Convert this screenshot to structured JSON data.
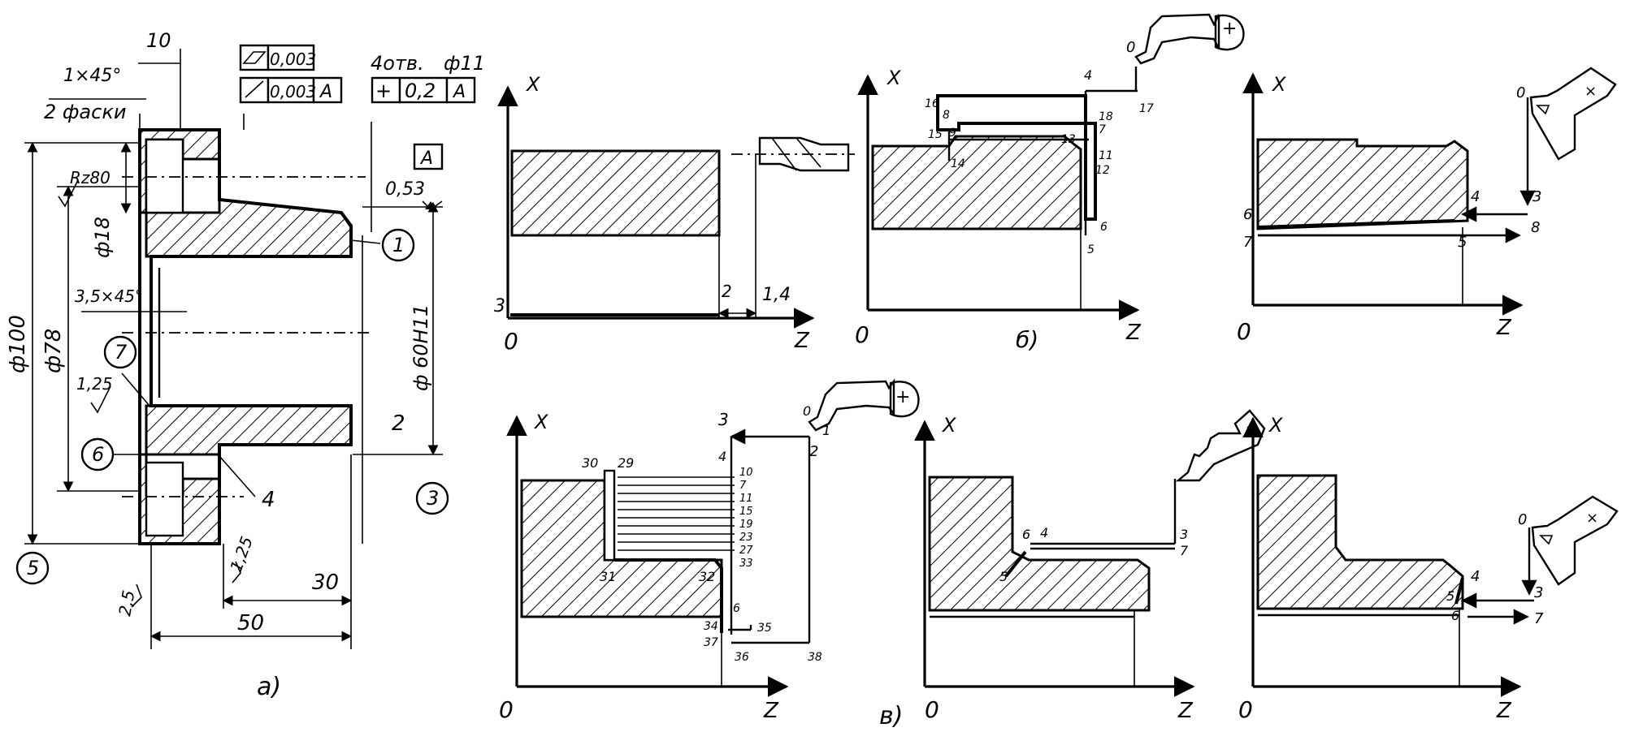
{
  "part": {
    "dim_10": "10",
    "chamfer_label": "1×45°",
    "chamfer_count": "2 фаски",
    "tol1_value": "0,003",
    "tol2_value": "0,003",
    "tol2_datum": "A",
    "holes_label": "4отв.",
    "holes_dia": "ф11",
    "pos_tol_value": "0,2",
    "pos_tol_datum": "A",
    "datum_a": "A",
    "rough_top": "Rz80",
    "rough_053": "0,53",
    "dim_d18": "ф18",
    "dim_35x45": "3,5×45°",
    "dim_d100": "ф100",
    "dim_d78": "ф78",
    "dim_d60": "ф 60Н11",
    "rough_125": "1,25",
    "label_2": "2",
    "label_4": "4",
    "dim_30": "30",
    "dim_50": "50",
    "rough_125b": "1,25",
    "rough_25": "2,5",
    "callouts": [
      "1",
      "3",
      "5",
      "6",
      "7"
    ],
    "caption": "а)"
  },
  "panels": {
    "p1": {
      "x_label": "X",
      "z_label": "Z",
      "origin": "0",
      "pts": [
        "3",
        "2",
        "1,4"
      ]
    },
    "p2": {
      "x_label": "X",
      "z_label": "Z",
      "origin": "0",
      "caption": "б)",
      "pts": [
        "0",
        "4",
        "17",
        "16",
        "8",
        "18",
        "7",
        "15",
        "9",
        "14",
        "13",
        "11",
        "12",
        "6",
        "5"
      ]
    },
    "p3": {
      "x_label": "X",
      "z_label": "Z",
      "origin": "0",
      "pts": [
        "0",
        "3",
        "4",
        "8",
        "6",
        "7",
        "5"
      ]
    },
    "p4": {
      "x_label": "X",
      "z_label": "Z",
      "origin": "0",
      "pts": [
        "0",
        "1",
        "2",
        "3",
        "4",
        "30",
        "29",
        "10",
        "7",
        "11",
        "15",
        "19",
        "23",
        "27",
        "33",
        "31",
        "32",
        "6",
        "34",
        "35",
        "37",
        "36",
        "38"
      ]
    },
    "p5": {
      "x_label": "X",
      "z_label": "Z",
      "origin": "0",
      "caption": "в)",
      "pts": [
        "6",
        "4",
        "3",
        "7",
        "5"
      ]
    },
    "p6": {
      "x_label": "X",
      "z_label": "Z",
      "origin": "0",
      "pts": [
        "0",
        "4",
        "3",
        "5",
        "6",
        "7"
      ]
    }
  }
}
